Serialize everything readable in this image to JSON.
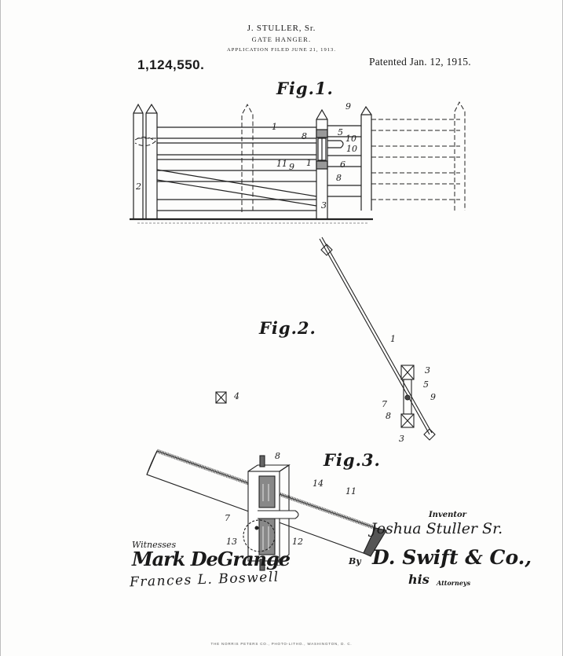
{
  "header": {
    "inventor": "J. STULLER, Sr.",
    "title": "GATE HANGER.",
    "filed": "APPLICATION FILED JUNE 21, 1913.",
    "patent_number": "1,124,550.",
    "patented": "Patented Jan. 12, 1915."
  },
  "figures": {
    "fig1": "Fig.1.",
    "fig2": "Fig.2.",
    "fig3": "Fig.3."
  },
  "fig1_labels": [
    "9",
    "5",
    "10",
    "1",
    "8",
    "10",
    "6",
    "11",
    "9",
    "1",
    "8",
    "2",
    "3"
  ],
  "fig2_labels": [
    "1",
    "3",
    "5",
    "9",
    "7",
    "8",
    "3",
    "4"
  ],
  "fig3_labels": [
    "8",
    "14",
    "11",
    "7",
    "13",
    "12",
    "8"
  ],
  "signatures": {
    "witnesses_label": "Witnesses",
    "witness1": "Mark DeGrange",
    "witness2": "Frances L. Boswell",
    "inventor_label": "Inventor",
    "inventor": "Joshua Stuller Sr.",
    "by": "By",
    "attorney": "D. Swift & Co.,",
    "his": "his",
    "attorneys_label": "Attorneys"
  },
  "footer": "THE NORRIS PETERS CO., PHOTO-LITHO., WASHINGTON, D. C."
}
